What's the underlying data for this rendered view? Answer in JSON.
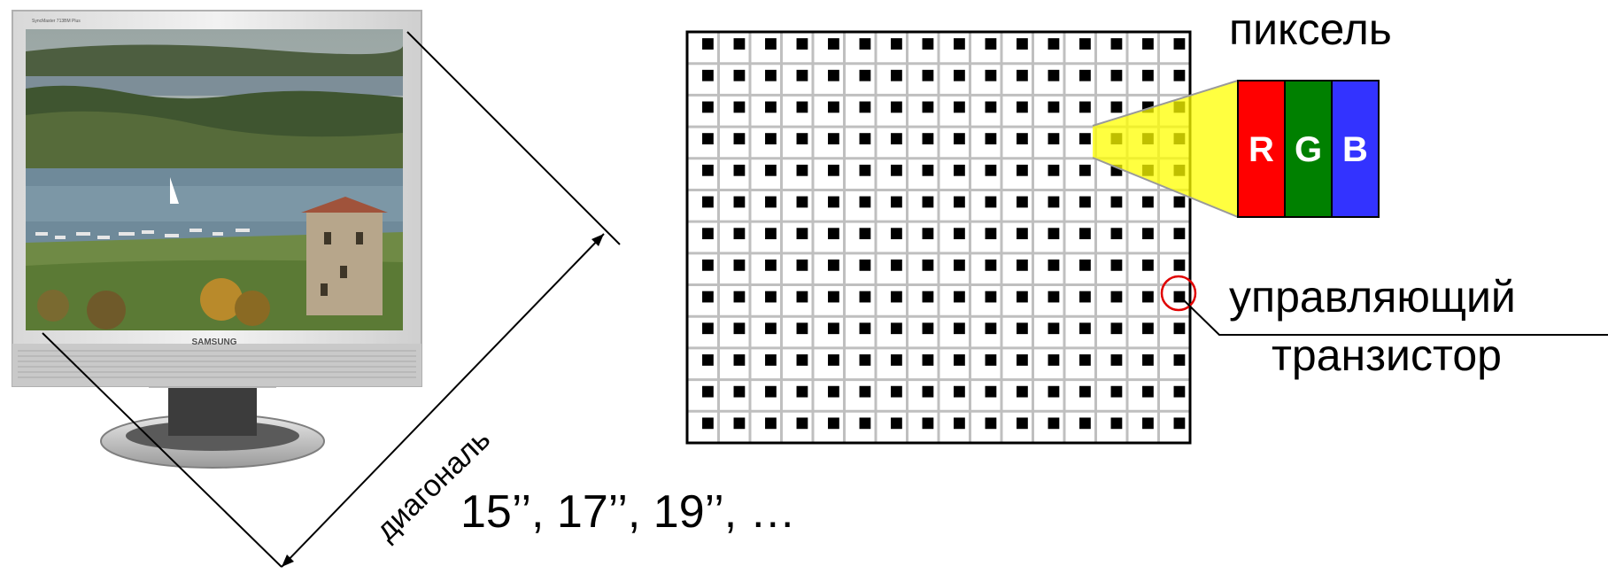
{
  "monitor": {
    "brand": "SAMSUNG",
    "model_badge": "SyncMaster 713BM Plus"
  },
  "diagonal": {
    "label": "диагональ",
    "sizes": "15’’, 17’’, 19’’, …"
  },
  "matrix": {
    "rows": 13,
    "cols": 16
  },
  "pixel": {
    "label": "пиксель",
    "subpixels": [
      {
        "letter": "R",
        "color": "#ff0000"
      },
      {
        "letter": "G",
        "color": "#008000"
      },
      {
        "letter": "B",
        "color": "#3333ff"
      }
    ]
  },
  "transistor": {
    "line1": "управляющий",
    "line2": "транзистор"
  }
}
